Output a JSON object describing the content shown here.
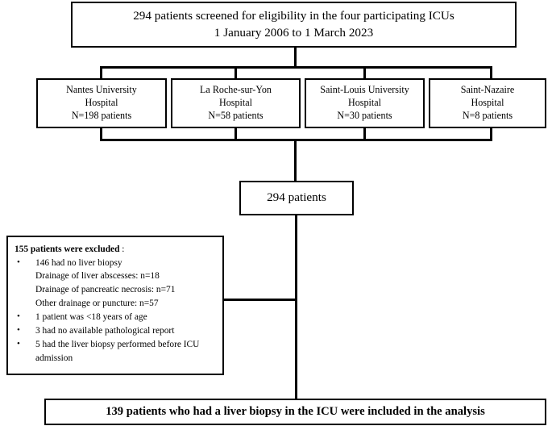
{
  "figure": {
    "type": "study-flow-diagram",
    "line_color": "#000000",
    "background": "#ffffff"
  },
  "screened": {
    "line1": "294 patients screened for eligibility in the four participating ICUs",
    "line2": "1 January 2006 to 1 March 2023"
  },
  "hospitals": [
    {
      "name_line1": "Nantes University",
      "name_line2": "Hospital",
      "count": "N=198 patients"
    },
    {
      "name_line1": "La Roche-sur-Yon",
      "name_line2": "Hospital",
      "count": "N=58 patients"
    },
    {
      "name_line1": "Saint-Louis University",
      "name_line2": "Hospital",
      "count": "N=30 patients"
    },
    {
      "name_line1": "Saint-Nazaire",
      "name_line2": "Hospital",
      "count": "N=8 patients"
    }
  ],
  "total": {
    "label": "294 patients"
  },
  "excluded": {
    "title": "155 patients were excluded",
    "title_colon": " :",
    "items": [
      {
        "text": "146 had no liver biopsy",
        "bullet": true
      },
      {
        "text": "Drainage of liver abscesses: n=18",
        "bullet": false
      },
      {
        "text": "Drainage of pancreatic necrosis: n=71",
        "bullet": false
      },
      {
        "text": "Other drainage or puncture: n=57",
        "bullet": false
      },
      {
        "text": "1 patient was <18 years of age",
        "bullet": true
      },
      {
        "text": "3 had no available pathological report",
        "bullet": true
      },
      {
        "text": "5 had the liver biopsy performed before ICU",
        "bullet": true,
        "continuation": "admission"
      }
    ]
  },
  "included": {
    "label": "139 patients who had a liver biopsy in the ICU were included in the analysis"
  }
}
